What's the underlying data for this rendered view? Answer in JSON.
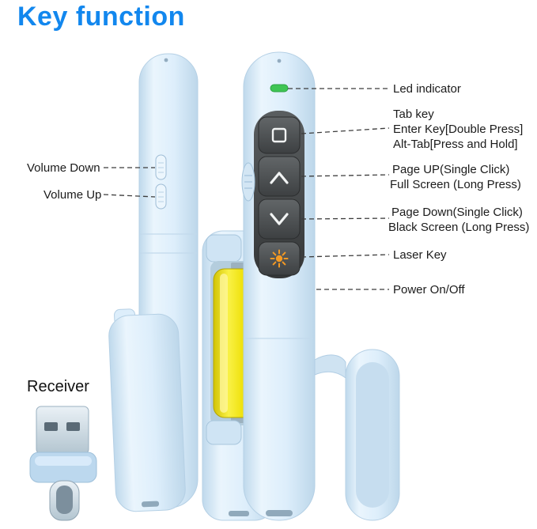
{
  "title": "Key function",
  "labels": {
    "volume_down": "Volume Down",
    "volume_up": "Volume Up",
    "led": "Led indicator",
    "tab_key": "Tab key",
    "tab_enter": "Enter Key[Double Press]",
    "tab_alt": "Alt-Tab[Press and Hold]",
    "page_up": "Page UP(Single Click)",
    "page_up_long": "Full Screen (Long Press)",
    "page_down": "Page Down(Single Click)",
    "page_down_long": "Black Screen (Long Press)",
    "laser": "Laser Key",
    "power": "Power On/Off",
    "receiver": "Receiver"
  },
  "colors": {
    "title_blue": "#1287ee",
    "device_body": "#ddeefb",
    "device_edge": "#b5d0e5",
    "button_panel": "#3e4143",
    "led_green": "#3fc554",
    "laser_orange": "#f59a23",
    "battery_yellow": "#f0e312",
    "label_text": "#1b1b1b"
  },
  "icons": {
    "tab_button": "square-outline-icon",
    "page_up_button": "chevron-up-icon",
    "page_down_button": "chevron-down-icon",
    "laser_button": "sunburst-icon",
    "led_indicator": "led-light"
  }
}
